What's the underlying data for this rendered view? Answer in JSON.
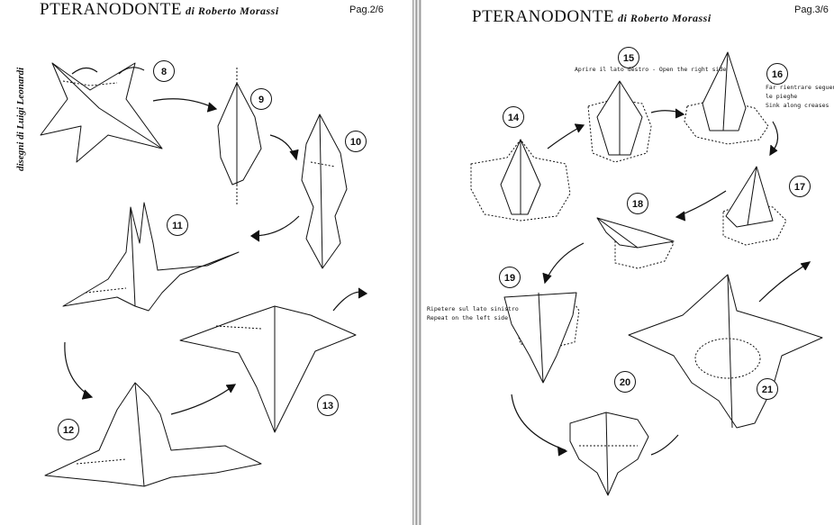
{
  "left_page": {
    "title": "PTERANODONTE",
    "author": "di Roberto Morassi",
    "page_number": "Pag.2/6",
    "credit": "disegni di Luigi Leonardi",
    "steps": [
      "8",
      "9",
      "10",
      "11",
      "12",
      "13"
    ]
  },
  "right_page": {
    "title": "PTERANODONTE",
    "author": "di Roberto Morassi",
    "page_number": "Pag.3/6",
    "steps": [
      "14",
      "15",
      "16",
      "17",
      "18",
      "19",
      "20",
      "21"
    ],
    "notes": {
      "step15": "Aprire il lato destro - Open the right side",
      "step16_line1": "Far rientrare seguendo",
      "step16_line2": "le pieghe",
      "step16_line3": "Sink along creases",
      "step19_line1": "Ripetere sul lato sinistro",
      "step19_line2": "Repeat on the left side"
    }
  },
  "icons": [
    "curved-arrow-icon",
    "fold-arrow-icon",
    "turn-over-arrow-icon"
  ]
}
